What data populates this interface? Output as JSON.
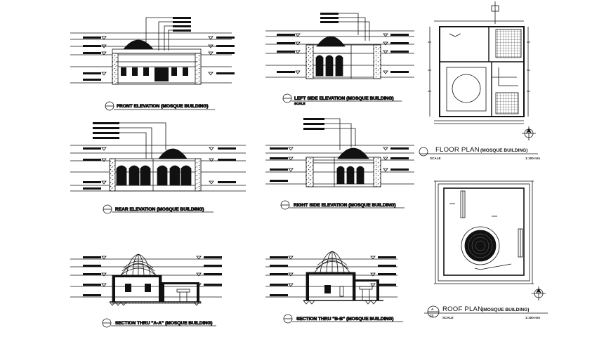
{
  "drawings": {
    "front_elevation": {
      "title": "FRONT ELEVATION (MOSQUE BUILDING)"
    },
    "left_elevation": {
      "title": "LEFT SIDE ELEVATION (MOSQUE BUILDING)",
      "scale_label": "SCALE"
    },
    "floor_plan": {
      "title": "FLOOR PLAN",
      "subtitle": "(MOSQUE BUILDING)",
      "scale_label": "SCALE",
      "scale_value": "1:100 mts"
    },
    "rear_elevation": {
      "title": "REAR ELEVATION (MOSQUE BUILDING)"
    },
    "right_elevation": {
      "title": "RIGHT SIDE ELEVATION (MOSQUE BUILDING)"
    },
    "roof_plan": {
      "title": "ROOF PLAN",
      "subtitle": "(MOSQUE BUILDING)",
      "scale_label": "SCALE",
      "scale_value": "1:100 mts",
      "marker": "A",
      "marker_num": "23"
    },
    "section_a": {
      "title": "SECTION THRU \"A-A\" (MOSQUE BUILDING)"
    },
    "section_b": {
      "title": "SECTION THRU \"B-B\" (MOSQUE BUILDING)"
    }
  },
  "colors": {
    "line": "#111111",
    "hatch": "#444444",
    "paper": "#ffffff",
    "accent": "#2a7a8a"
  }
}
